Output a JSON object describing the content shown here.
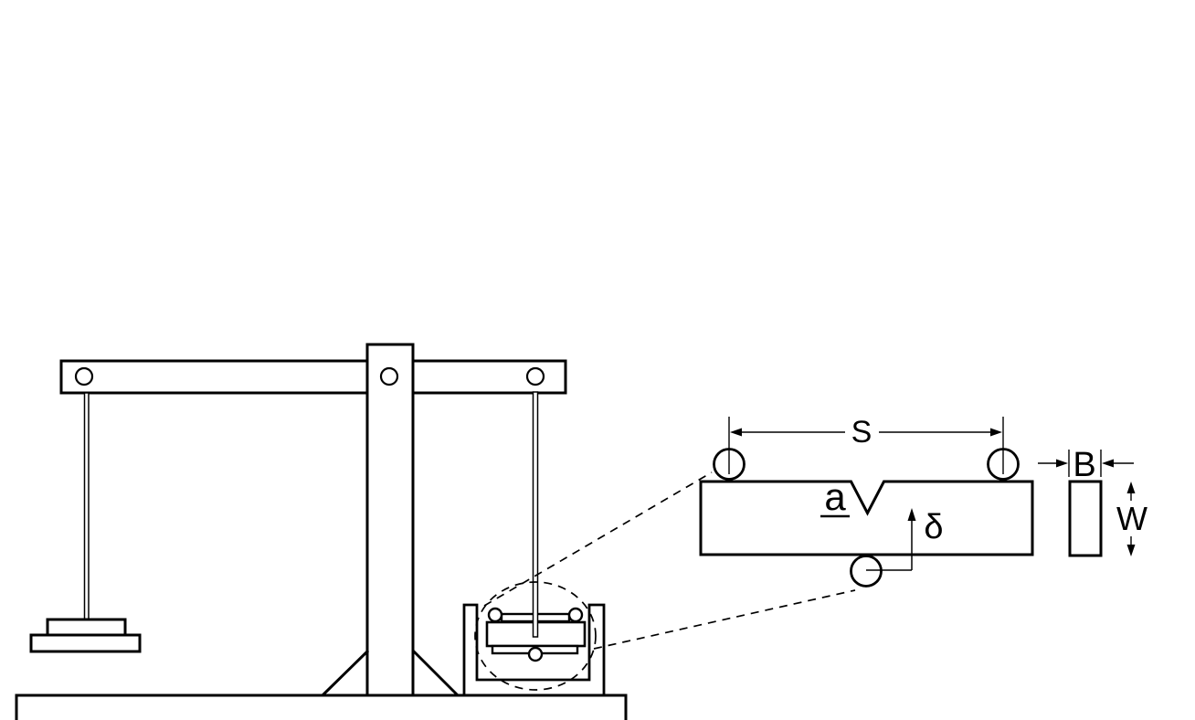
{
  "figure": {
    "colors": {
      "background": "#ffffff",
      "line": "#000000"
    },
    "labels": {
      "span": "S",
      "crack_length": "a",
      "displacement": "δ",
      "thickness": "B",
      "width": "W"
    }
  }
}
